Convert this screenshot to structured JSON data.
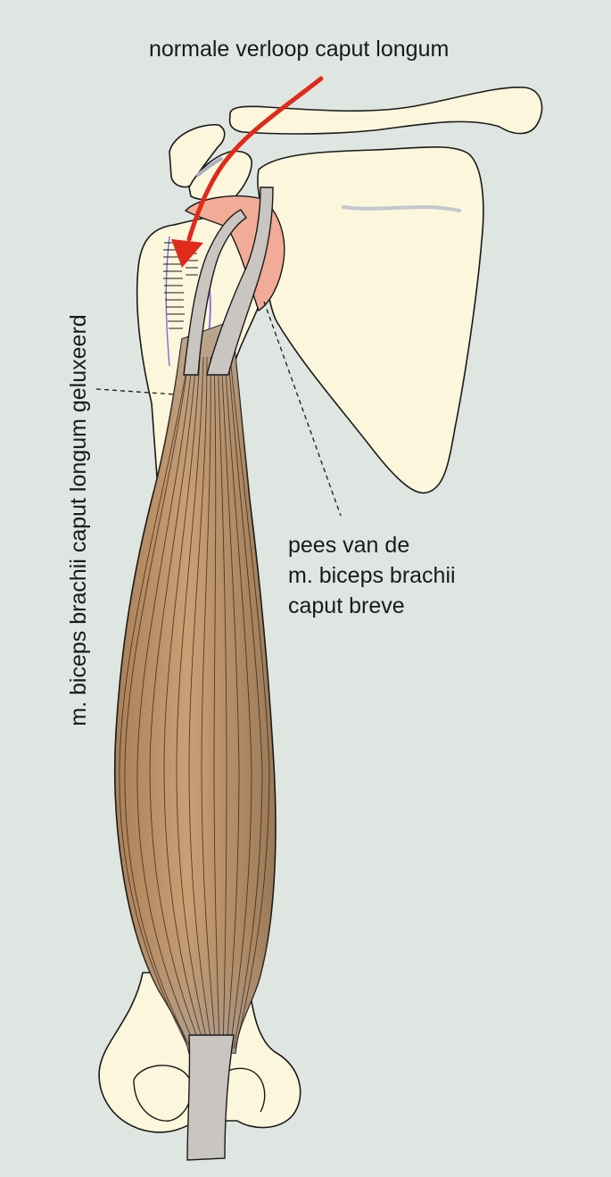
{
  "labels": {
    "normal_course": "normale verloop caput longum",
    "luxated_tendon": "m. biceps brachii caput longum geluxeerd",
    "short_head_tendon": [
      "pees van de",
      "m. biceps brachii",
      "caput breve"
    ]
  },
  "colors": {
    "background": "#dfe6e1",
    "bone": "#fcf6dc",
    "muscle": "#b58a62",
    "tendon": "#c9c5c1",
    "cartilage": "#f2ab97",
    "arrow": "#e02a1a",
    "groove": "#7a6fd0"
  }
}
